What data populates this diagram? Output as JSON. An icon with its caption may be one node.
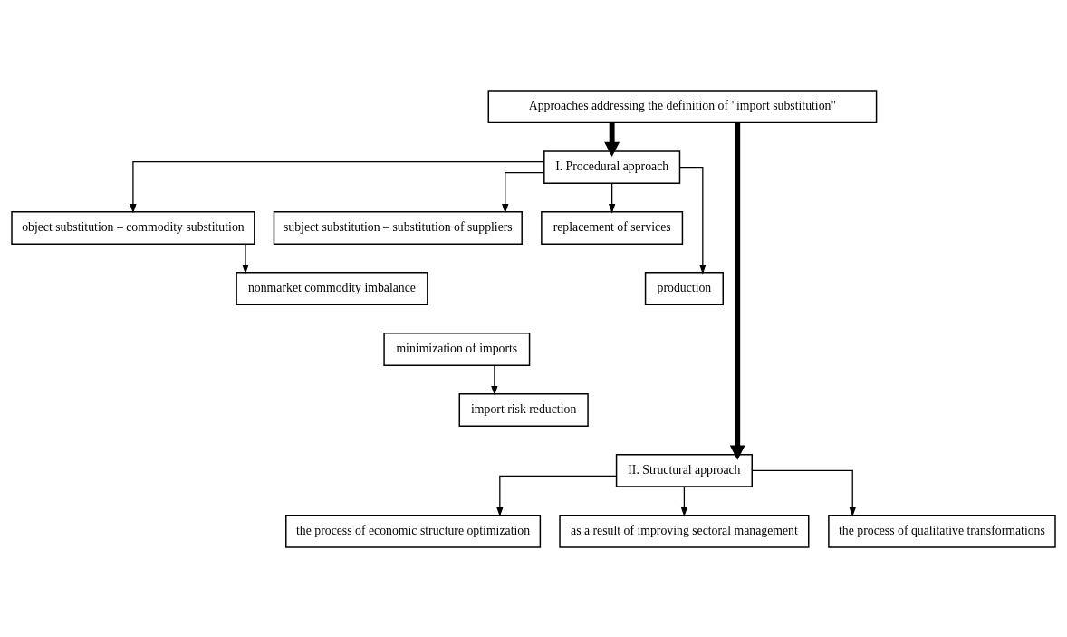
{
  "diagram": {
    "nodes": [
      {
        "text": [
          "Approaches addressing the definition of \"import substitution\""
        ]
      },
      {
        "text": [
          "I. Procedural approach"
        ]
      },
      {
        "text": [
          "object substitution – commodity substitution"
        ]
      },
      {
        "text": [
          "subject substitution – substitution of suppliers"
        ]
      },
      {
        "text": [
          "nonmarket commodity imbalance"
        ]
      },
      {
        "text": [
          "replacement of services"
        ]
      },
      {
        "text": [
          "minimization of imports"
        ]
      },
      {
        "text": [
          "production"
        ]
      },
      {
        "text": [
          "import risk reduction"
        ]
      },
      {
        "text": [
          "II. Structural approach"
        ]
      },
      {
        "text": [
          "the process of economic structure optimization"
        ]
      },
      {
        "text": [
          "as a result of improving sectoral management"
        ]
      },
      {
        "text": [
          "the process of qualitative transformations"
        ]
      }
    ],
    "edges": [
      {
        "from": 0,
        "to": 1,
        "arrow": "to",
        "style": "thick"
      },
      {
        "from": 0,
        "to": 9,
        "arrow": "to",
        "style": "thick"
      },
      {
        "from": 1,
        "to": 2,
        "arrow": "to"
      },
      {
        "from": 1,
        "to": 3,
        "arrow": "to"
      },
      {
        "from": 1,
        "to": 5,
        "arrow": "to"
      },
      {
        "from": 1,
        "to": 7,
        "arrow": "to"
      },
      {
        "from": 2,
        "to": 4,
        "arrow": "to"
      },
      {
        "from": 6,
        "to": 8,
        "arrow": "to"
      },
      {
        "from": 9,
        "to": 10,
        "arrow": "to"
      },
      {
        "from": 9,
        "to": 11,
        "arrow": "to"
      },
      {
        "from": 9,
        "to": 12,
        "arrow": "to"
      }
    ]
  }
}
